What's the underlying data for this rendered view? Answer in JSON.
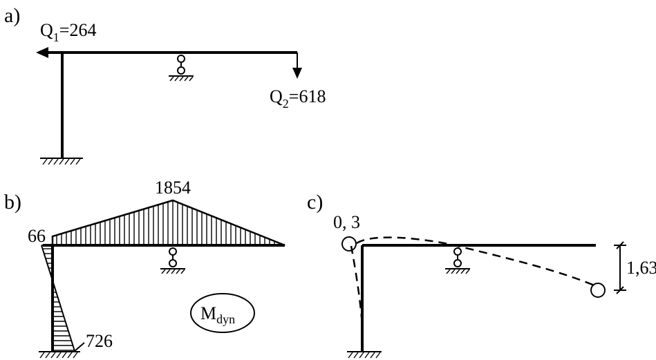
{
  "panels": {
    "a": {
      "label": "a)",
      "q1": {
        "prefix": "Q",
        "sub": "1",
        "suffix": "=264"
      },
      "q2": {
        "prefix": "Q",
        "sub": "2",
        "suffix": "=618"
      }
    },
    "b": {
      "label": "b)",
      "moment_peak": "1854",
      "moment_left": "66",
      "moment_base": "726",
      "tag": {
        "main": "M",
        "sub": "dyn"
      }
    },
    "c": {
      "label": "c)",
      "disp_left": "0, 3",
      "disp_right": "1,63"
    }
  }
}
